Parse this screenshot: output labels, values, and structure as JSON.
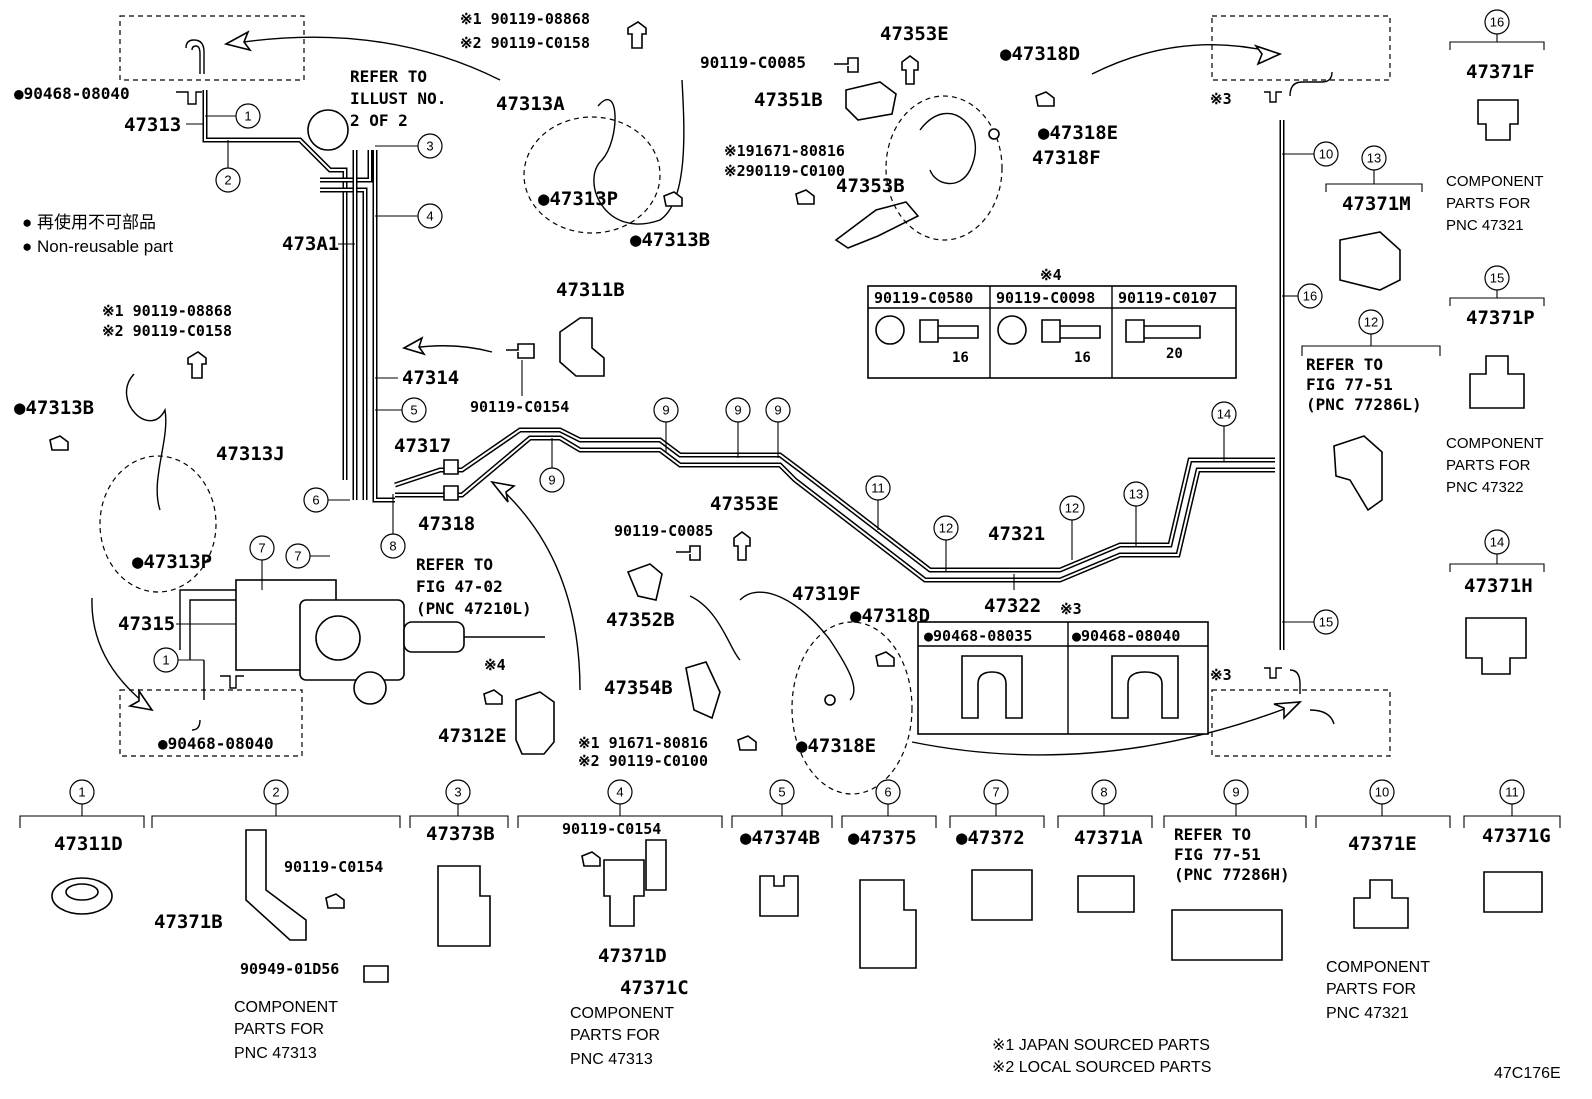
{
  "diagram_code": "47C176E",
  "legend": {
    "non_reusable_jp": "● 再使用不可部品",
    "non_reusable_en": "● Non-reusable part",
    "note1": "※1 JAPAN SOURCED PARTS",
    "note2": "※2 LOCAL SOURCED PARTS"
  },
  "refer_notes": {
    "illust": [
      "REFER TO",
      "ILLUST NO.",
      "2 OF 2"
    ],
    "fig4702": [
      "REFER TO",
      "FIG 47-02",
      "(PNC 47210L)"
    ]
  },
  "labels": {
    "l47313": "47313",
    "l90468a": "●90468-08040",
    "l90468b": "●90468-08040",
    "l473A1": "473A1",
    "l47314": "47314",
    "l47313A": "47313A",
    "b1a": "※1 90119-08868",
    "b1b": "※2 90119-C0158",
    "b2a": "※1 90119-08868",
    "b2b": "※2 90119-C0158",
    "l47313P_top": "●47313P",
    "l47313B_top": "●47313B",
    "l47311B": "47311B",
    "l90119C0154": "90119-C0154",
    "l47313B_left": "●47313B",
    "l47313J": "47313J",
    "l47313P_left": "●47313P",
    "l47317": "47317",
    "l47318": "47318",
    "l47315": "47315",
    "l47312E": "47312E",
    "l47312E_note": "※4",
    "l47353E_top": "47353E",
    "l90119C0085_top": "90119-C0085",
    "l47351B": "47351B",
    "s1": "※191671-80816",
    "s2": "※290119-C0100",
    "l47353B": "47353B",
    "l47318D_top": "●47318D",
    "l47318E_top": "●47318E",
    "l47318F": "47318F",
    "l47353E_mid": "47353E",
    "l90119C0085_mid": "90119-C0085",
    "l47352B": "47352B",
    "l47319F": "47319F",
    "l47354B": "47354B",
    "m1": "※1 91671-80816",
    "m2": "※2 90119-C0100",
    "l47318D_mid": "●47318D",
    "l47318E_mid": "●47318E",
    "l47321": "47321",
    "l47322": "47322",
    "x3_top": "※3",
    "x3_bottom": "※3"
  },
  "bolt_table": {
    "note": "※4",
    "columns": [
      "90119-C0580",
      "90119-C0098",
      "90119-C0107"
    ],
    "dims": [
      "16",
      "16",
      "20"
    ]
  },
  "clip_table": {
    "note": "※3",
    "columns": [
      "●90468-08035",
      "●90468-08040"
    ]
  },
  "right_panel": [
    {
      "num": "16",
      "pn": "47371F",
      "caption": [
        "COMPONENT",
        "PARTS FOR",
        "PNC 47321"
      ]
    },
    {
      "num": "13",
      "pn": "47371M",
      "caption": []
    },
    {
      "num": "15",
      "pn": "47371P",
      "caption": [
        "COMPONENT",
        "PARTS FOR",
        "PNC 47322"
      ]
    },
    {
      "num": "12",
      "pn": "",
      "caption": [
        "REFER TO",
        "FIG 77-51",
        "(PNC 77286L)"
      ]
    },
    {
      "num": "14",
      "pn": "47371H",
      "caption": []
    }
  ],
  "bottom_panel": [
    {
      "num": "1",
      "pn": "47311D"
    },
    {
      "num": "2",
      "pn": "47371B",
      "sub1": "90119-C0154",
      "sub2": "90949-01D56",
      "caption": [
        "COMPONENT",
        "PARTS FOR",
        "PNC 47313"
      ]
    },
    {
      "num": "3",
      "pn": "47373B"
    },
    {
      "num": "4",
      "pn": "90119-C0154",
      "sub1": "47371D",
      "sub2": "47371C",
      "caption": [
        "COMPONENT",
        "PARTS FOR",
        "PNC 47313"
      ]
    },
    {
      "num": "5",
      "pn": "●47374B"
    },
    {
      "num": "6",
      "pn": "●47375"
    },
    {
      "num": "7",
      "pn": "●47372"
    },
    {
      "num": "8",
      "pn": "47371A"
    },
    {
      "num": "9",
      "pn": "",
      "caption": [
        "REFER TO",
        "FIG 77-51",
        "(PNC 77286H)"
      ]
    },
    {
      "num": "10",
      "pn": "47371E",
      "caption": [
        "COMPONENT",
        "PARTS FOR",
        "PNC 47321"
      ]
    },
    {
      "num": "11",
      "pn": "47371G"
    }
  ],
  "callouts": {
    "c1a": "1",
    "c2": "2",
    "c3": "3",
    "c4": "4",
    "c5": "5",
    "c6": "6",
    "c7a": "7",
    "c7b": "7",
    "c8": "8",
    "c1b": "1",
    "c9a": "9",
    "c9b": "9",
    "c9c": "9",
    "c9d": "9",
    "c11": "11",
    "c12a": "12",
    "c12b": "12",
    "c13": "13",
    "c14": "14",
    "c10": "10",
    "c16": "16",
    "c15": "15",
    "c3r": "3"
  }
}
